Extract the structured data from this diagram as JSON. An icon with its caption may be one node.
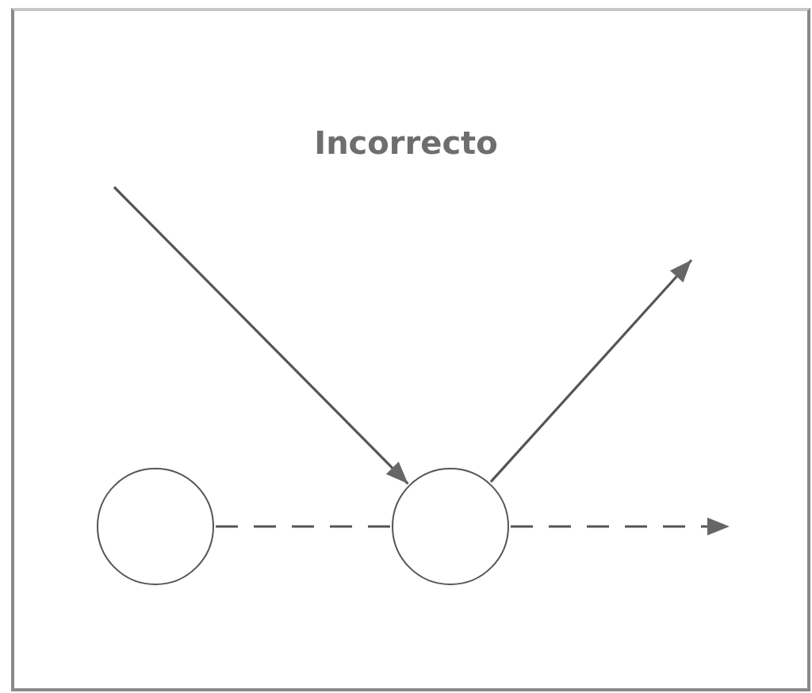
{
  "diagram": {
    "title": "Incorrecto",
    "nodes": [
      {
        "text": [],
        "shape": "circle"
      },
      {
        "text": [],
        "shape": "circle"
      }
    ],
    "edges": [
      {
        "from": null,
        "to": 1,
        "arrow": "to"
      },
      {
        "from": 1,
        "to": null,
        "arrow": "to"
      },
      {
        "from": 0,
        "to": 1,
        "arrow": "none",
        "style": "dashed"
      },
      {
        "from": 1,
        "to": null,
        "arrow": "to",
        "style": "dashed"
      }
    ]
  }
}
